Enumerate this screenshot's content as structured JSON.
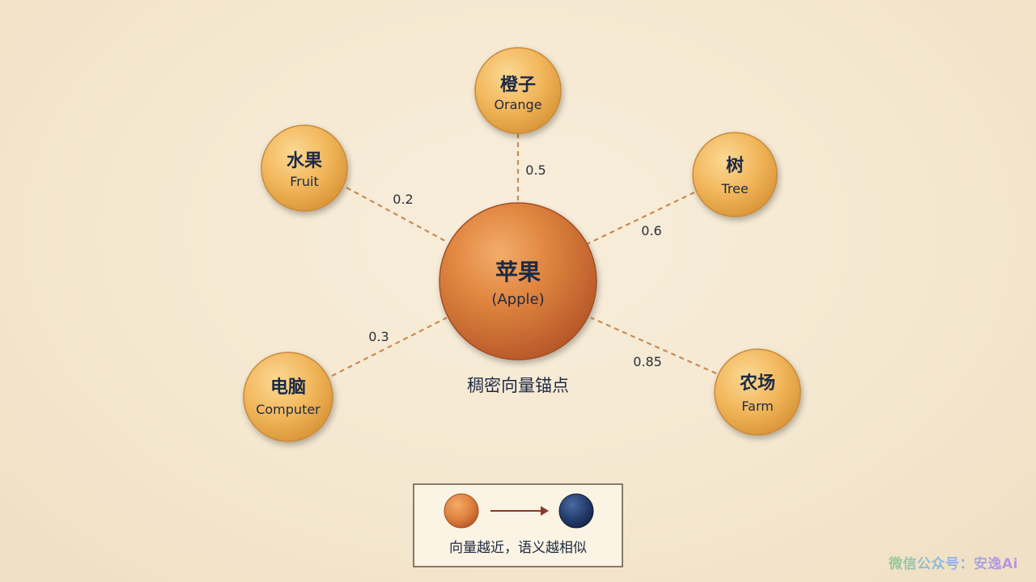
{
  "center": {
    "title": "苹果",
    "subtitle": "(Apple)",
    "caption": "稠密向量锚点",
    "color": "#d97a36"
  },
  "nodes": [
    {
      "key": "orange",
      "title": "橙子",
      "subtitle": "Orange",
      "weight": "0.5"
    },
    {
      "key": "fruit",
      "title": "水果",
      "subtitle": "Fruit",
      "weight": "0.2"
    },
    {
      "key": "tree",
      "title": "树",
      "subtitle": "Tree",
      "weight": "0.6"
    },
    {
      "key": "computer",
      "title": "电脑",
      "subtitle": "Computer",
      "weight": "0.3"
    },
    {
      "key": "farm",
      "title": "农场",
      "subtitle": "Farm",
      "weight": "0.85"
    }
  ],
  "legend": {
    "caption": "向量越近，语义越相似",
    "from_color": "#d97a36",
    "to_color": "#233a66"
  },
  "node_color": "#f2b45a",
  "watermark": "微信公众号：安逸Ai"
}
